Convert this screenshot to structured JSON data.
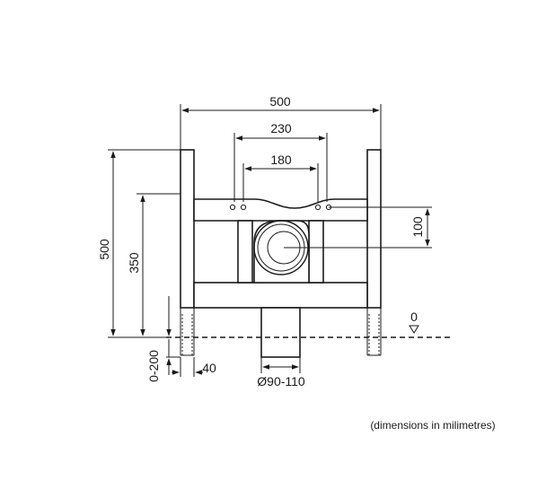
{
  "dimensions": {
    "overall_width": "500",
    "hole_spacing_outer": "230",
    "hole_spacing_inner": "180",
    "overall_height": "500",
    "rail_height": "350",
    "offset_vertical": "100",
    "floor_level": "0",
    "leg_adjustment": "0-200",
    "leg_width": "40",
    "pipe_diameter": "Ø90-110"
  },
  "note": "(dimensions in milimetres)",
  "colors": {
    "ink": "#1a1a1a",
    "background": "#ffffff"
  }
}
